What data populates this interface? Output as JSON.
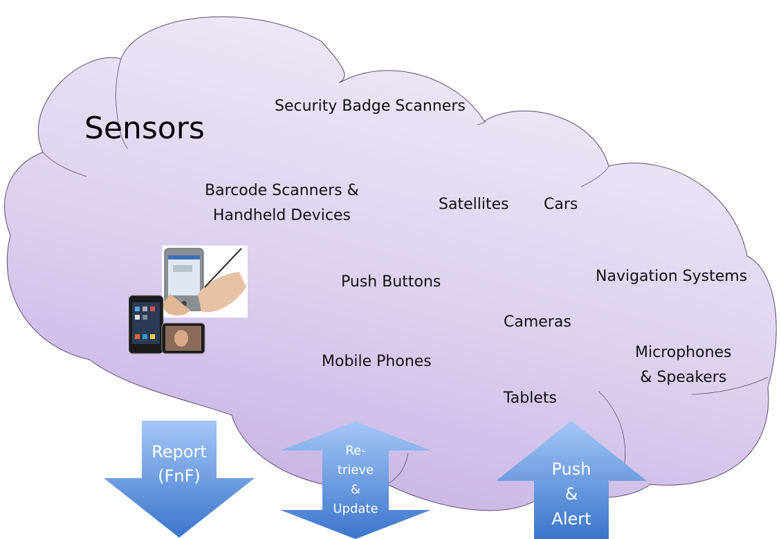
{
  "diagram": {
    "title": "Sensors",
    "sensors": [
      {
        "id": "security-badge-scanners",
        "label": "Security Badge Scanners"
      },
      {
        "id": "barcode-scanners",
        "label": "Barcode Scanners &\nHandheld Devices"
      },
      {
        "id": "satellites",
        "label": "Satellites"
      },
      {
        "id": "cars",
        "label": "Cars"
      },
      {
        "id": "push-buttons",
        "label": "Push Buttons"
      },
      {
        "id": "navigation-systems",
        "label": "Navigation Systems"
      },
      {
        "id": "cameras",
        "label": "Cameras"
      },
      {
        "id": "mobile-phones",
        "label": "Mobile Phones"
      },
      {
        "id": "microphones-speakers",
        "label": "Microphones\n& Speakers"
      },
      {
        "id": "tablets",
        "label": "Tablets"
      }
    ],
    "arrows": [
      {
        "id": "report",
        "direction": "down",
        "label": "Report\n(FnF)"
      },
      {
        "id": "retrieve-update",
        "direction": "both",
        "label": "Re-\ntrieve\n&\nUpdate"
      },
      {
        "id": "push-alert",
        "direction": "up",
        "label": "Push\n&\nAlert"
      }
    ],
    "image": {
      "description": "handheld-devices-photo"
    },
    "colors": {
      "cloud_light": "#efeaf8",
      "cloud_dark": "#c8b4e4",
      "cloud_stroke": "#5a4d6e",
      "arrow_light": "#9fc3f5",
      "arrow_dark": "#3d78cc"
    }
  }
}
